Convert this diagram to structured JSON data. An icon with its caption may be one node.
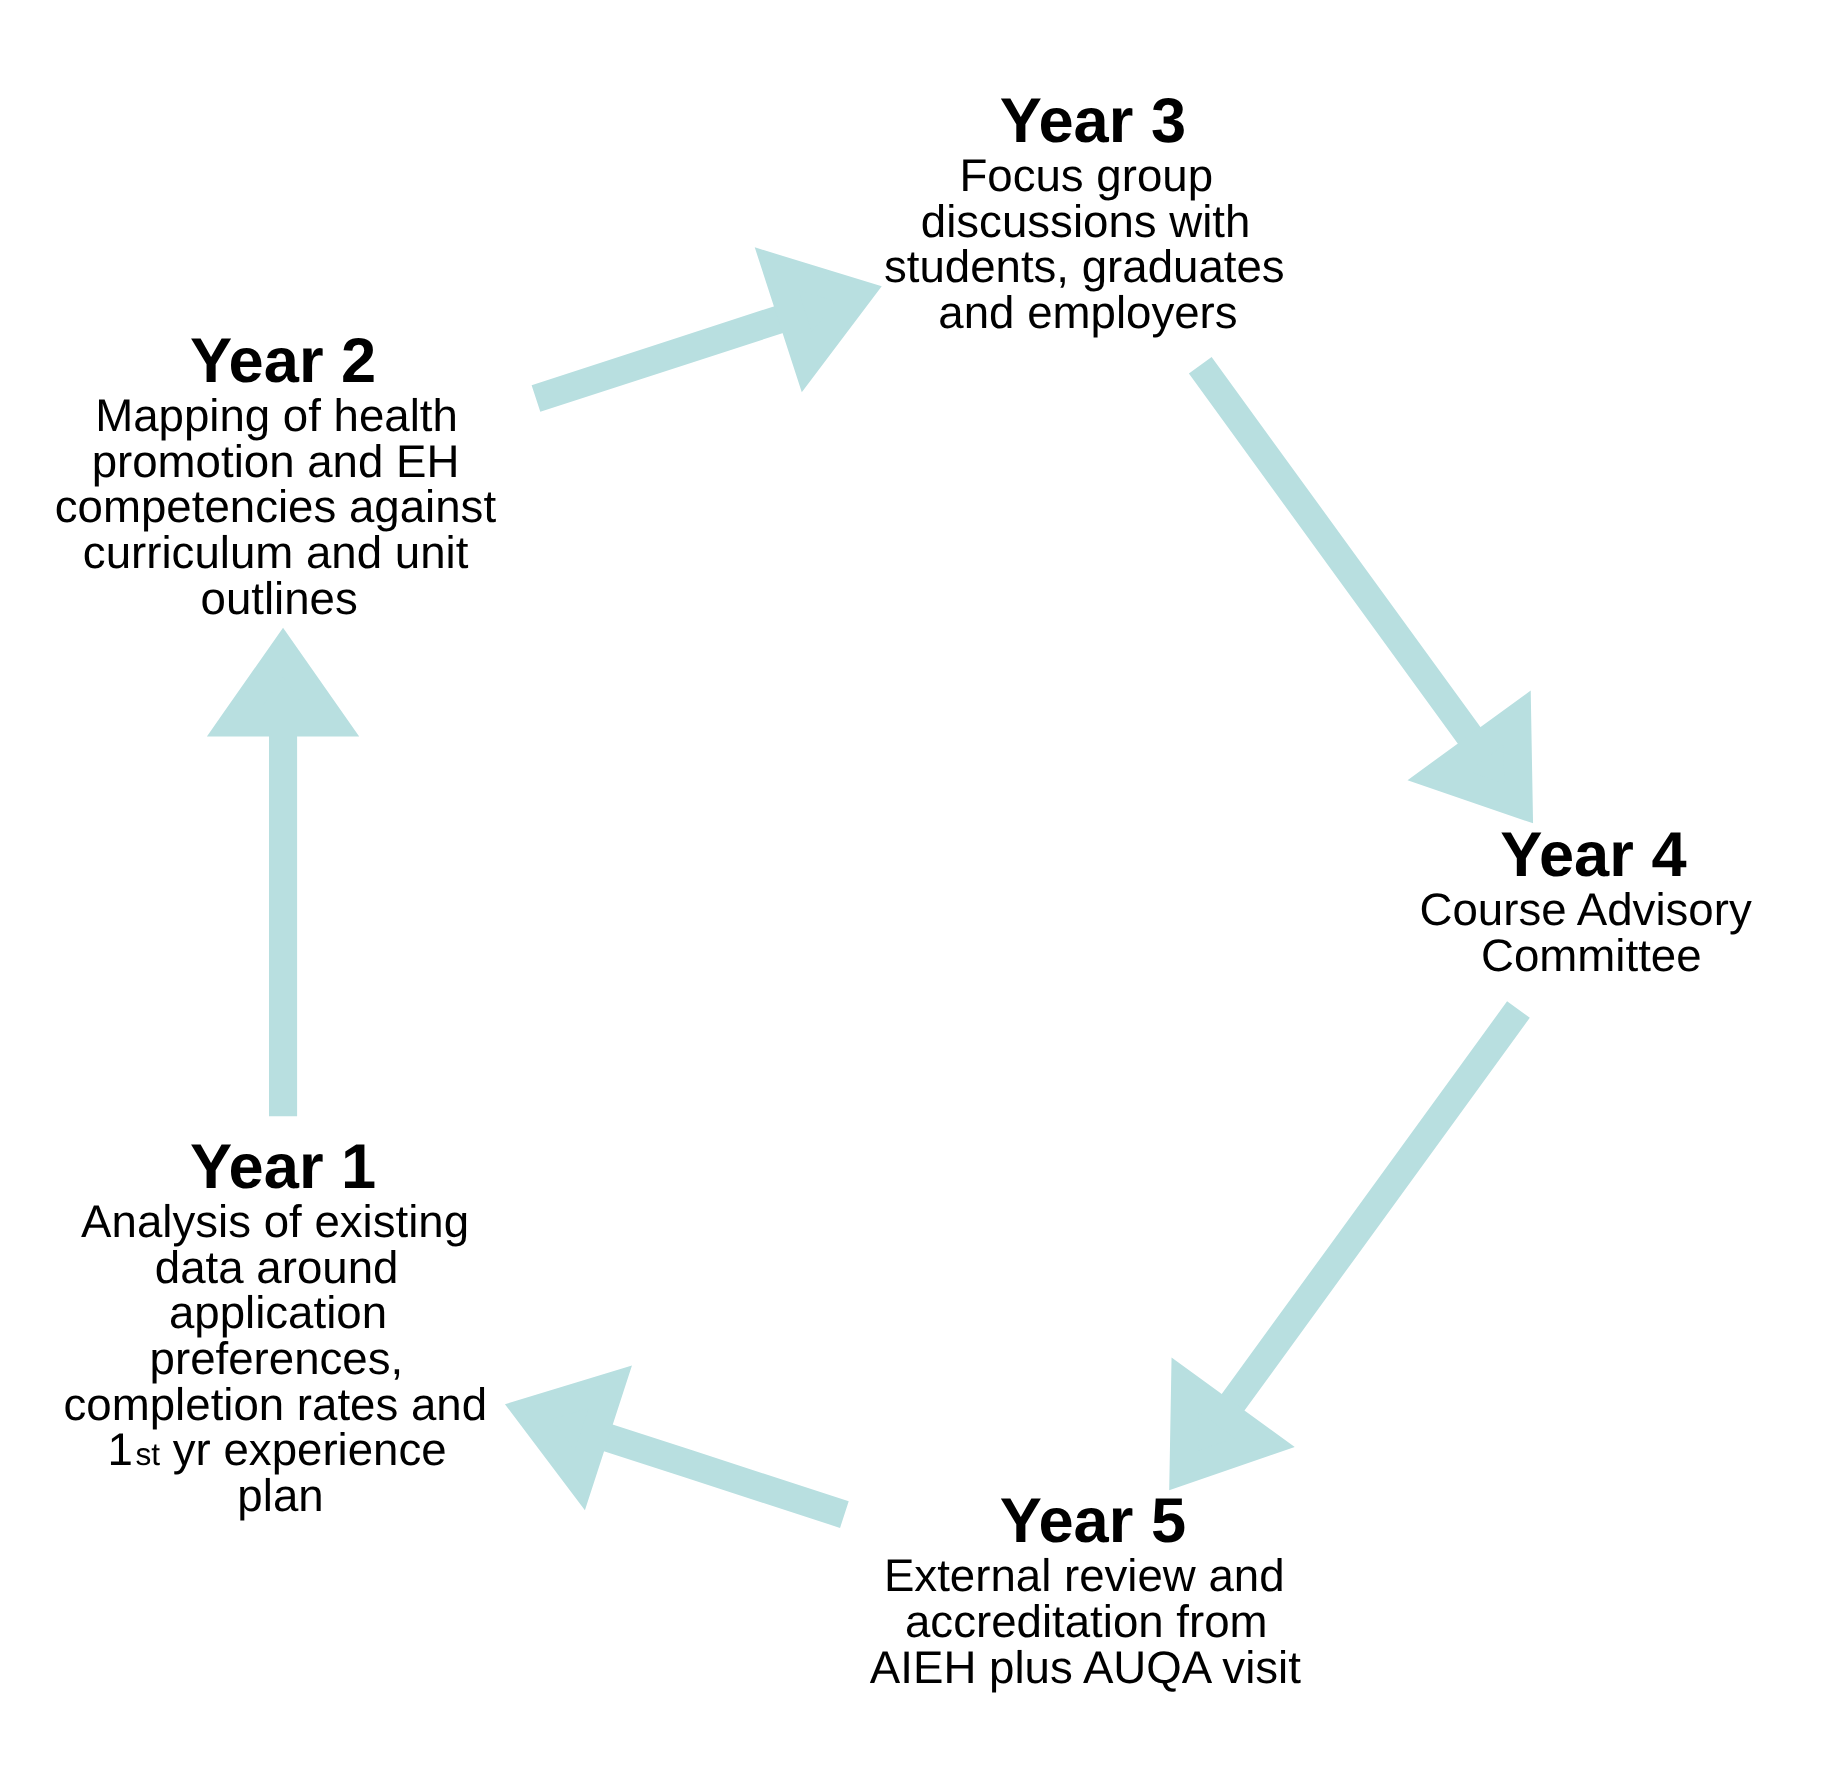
{
  "diagram": {
    "nodes": [
      {
        "text": [
          "Year 5",
          "External review and accreditation from AIEH plus AUQA visit"
        ]
      },
      {
        "text": [
          "Year 1",
          "Analysis of existing data around application preferences, completion rates and 1$^{st}$ yr experience plan"
        ]
      },
      {
        "text": [
          "Year 4",
          "Course Advisory Committee"
        ]
      },
      {
        "text": [
          "Year 2",
          "Mapping of health promotion and EH competencies against curriculum and unit outlines"
        ]
      },
      {
        "text": [
          "Year 3",
          "Focus group discussions with students, graduates and employers"
        ]
      }
    ],
    "edges": [
      {
        "from": 0,
        "to": 1,
        "arrow": "to"
      },
      {
        "from": 1,
        "to": 3,
        "arrow": "to"
      },
      {
        "from": 3,
        "to": 4,
        "arrow": "to"
      },
      {
        "from": 4,
        "to": 2,
        "arrow": "to"
      },
      {
        "from": 2,
        "to": 0,
        "arrow": "to"
      }
    ]
  }
}
